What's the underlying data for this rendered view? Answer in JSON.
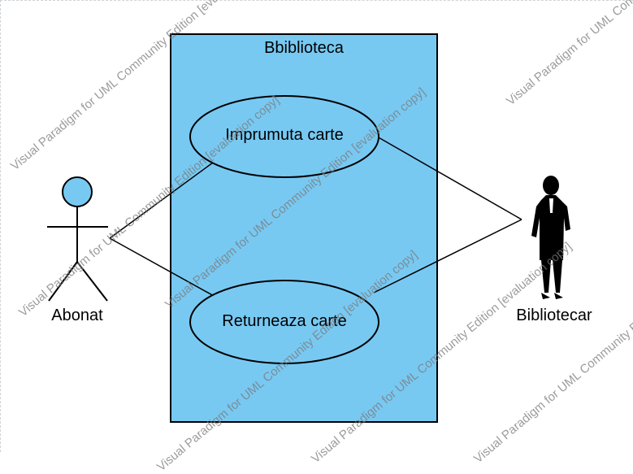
{
  "diagram": {
    "system_boundary": {
      "title": "Bbiblioteca",
      "fill": "#78c9f2"
    },
    "use_cases": [
      {
        "label": "Imprumuta carte"
      },
      {
        "label": "Returneaza carte"
      }
    ],
    "actors": [
      {
        "label": "Abonat",
        "icon": "stick-figure-icon",
        "head_color": "#78c9f2"
      },
      {
        "label": "Bibliotecar",
        "icon": "librarian-figure-icon"
      }
    ]
  },
  "watermark": {
    "text": "Visual Paradigm for UML Community Edition [evaluation copy]"
  }
}
